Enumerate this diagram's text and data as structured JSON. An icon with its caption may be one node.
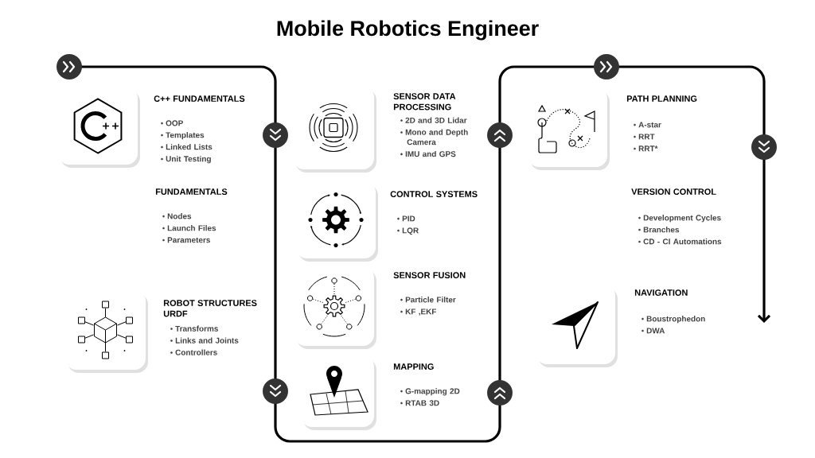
{
  "diagram": {
    "title": "Mobile Robotics Engineer",
    "nodes": [
      {
        "text": [
          "C++ FUNDAMENTALS",
          "OOP",
          "Templates",
          "Linked Lists",
          "Unit Testing"
        ]
      },
      {
        "text": [
          "FUNDAMENTALS",
          "Nodes",
          "Launch Files",
          "Parameters"
        ]
      },
      {
        "text": [
          "ROBOT STRUCTURES URDF",
          "Transforms",
          "Links and Joints",
          "Controllers"
        ]
      },
      {
        "text": [
          "SENSOR DATA PROCESSING",
          "2D and 3D Lidar",
          "Mono and Depth Camera",
          "IMU and GPS"
        ]
      },
      {
        "text": [
          "CONTROL SYSTEMS",
          "PID",
          "LQR"
        ]
      },
      {
        "text": [
          "SENSOR FUSION",
          "Particle Filter",
          "KF ,EKF"
        ]
      },
      {
        "text": [
          "MAPPING",
          "G-mapping 2D",
          "RTAB 3D"
        ]
      },
      {
        "text": [
          "PATH PLANNING",
          "A-star",
          "RRT",
          "RRT*"
        ]
      },
      {
        "text": [
          "VERSION CONTROL",
          "Development Cycles",
          "Branches",
          "CD - CI Automations"
        ]
      },
      {
        "text": [
          "NAVIGATION",
          "Boustrophedon",
          "DWA"
        ]
      }
    ]
  }
}
